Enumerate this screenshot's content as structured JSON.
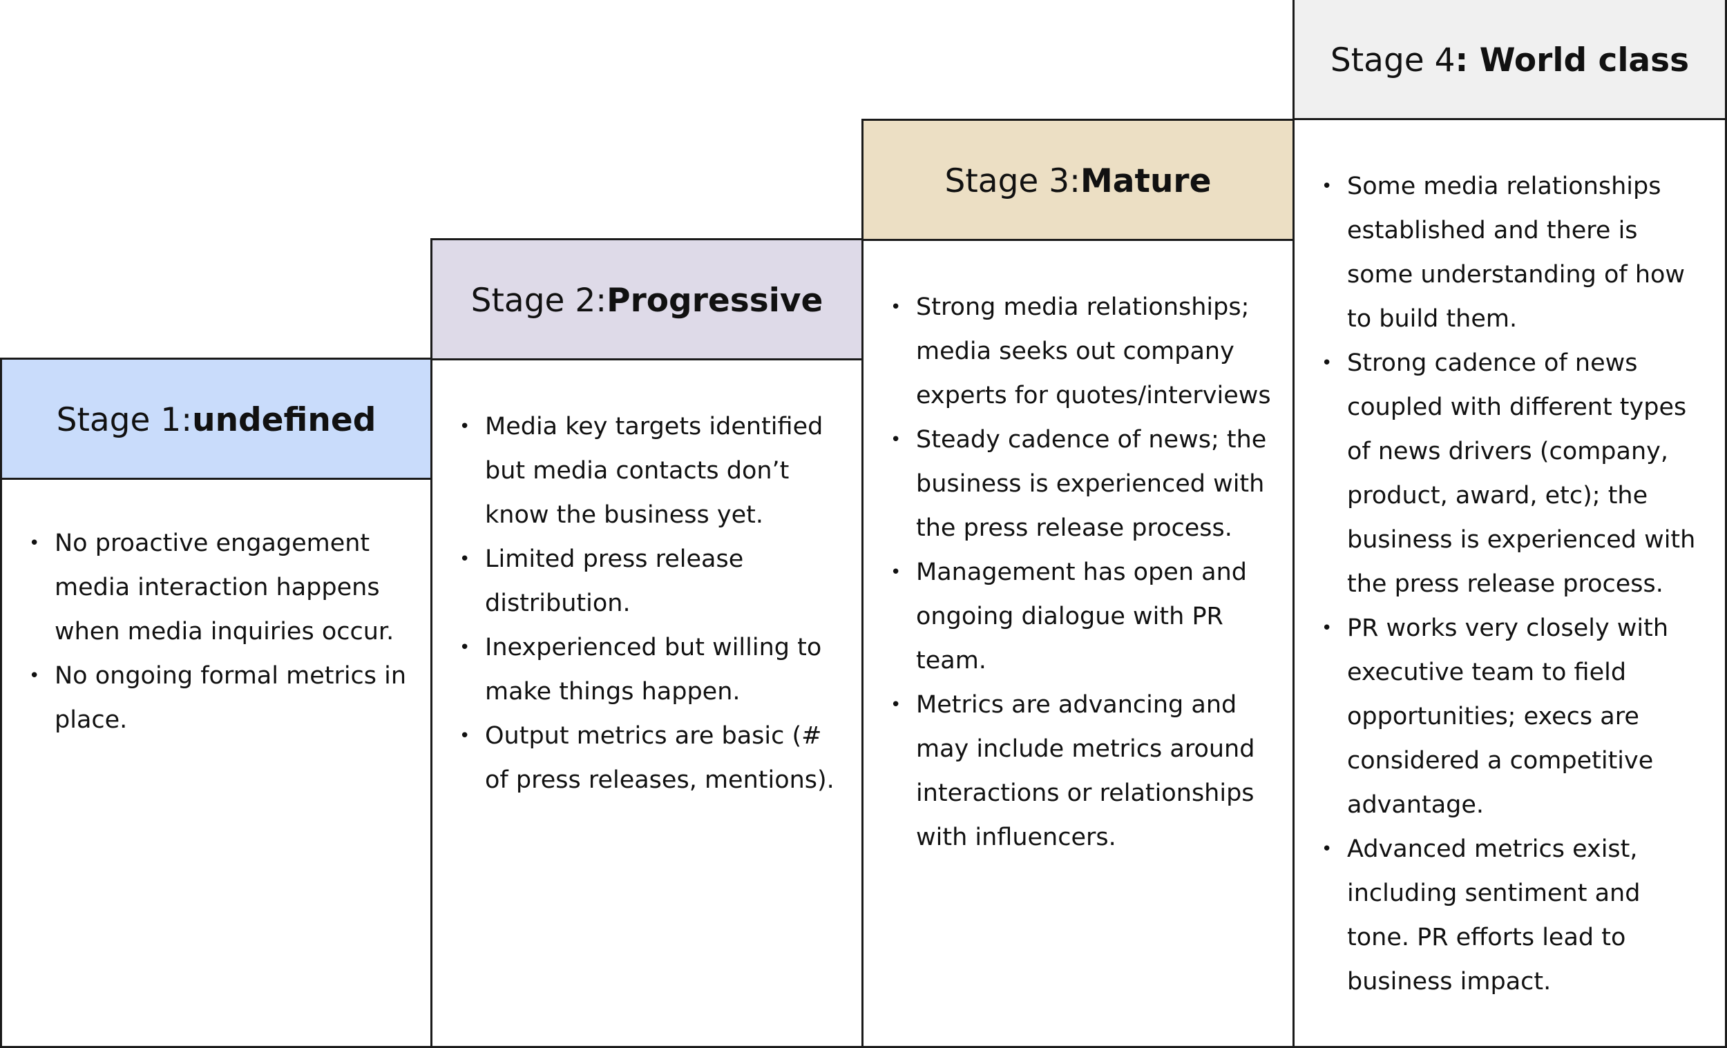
{
  "colors": {
    "stage1": "#c9dcfb",
    "stage2": "#dedae8",
    "stage3": "#ecdfc4",
    "stage4": "#f0f0f0",
    "border": "#1a1a1a"
  },
  "stages": [
    {
      "label": "Stage 1: ",
      "name": "undefined",
      "bullets": [
        [
          "No proactive engagement",
          "media interaction happens",
          "when media inquiries occur."
        ],
        [
          "No ongoing formal metrics in",
          "place."
        ]
      ]
    },
    {
      "label": "Stage 2: ",
      "name": "Progressive",
      "bullets": [
        [
          "Media key targets identified",
          "but media contacts don’t",
          "know the business yet."
        ],
        [
          "Limited press release",
          "distribution."
        ],
        [
          "Inexperienced but willing to",
          "make things happen."
        ],
        [
          "Output metrics are basic (#",
          "of press releases, mentions)."
        ]
      ]
    },
    {
      "label": "Stage 3: ",
      "name": "Mature",
      "bullets": [
        [
          "Strong media relationships;",
          "media seeks out company",
          "experts for quotes/interviews"
        ],
        [
          "Steady cadence of news; the",
          "business is experienced with",
          "the press release process."
        ],
        [
          "Management has open and",
          "ongoing dialogue with PR",
          "team."
        ],
        [
          "Metrics are advancing and",
          "may include metrics around",
          "interactions or relationships",
          "with influencers."
        ]
      ]
    },
    {
      "label": "Stage 4",
      "name": ": World class",
      "bullets": [
        [
          "Some media relationships",
          "established and there is",
          "some understanding of how",
          "to build them."
        ],
        [
          "Strong cadence of news",
          "coupled with different types",
          "of news drivers (company,",
          "product, award, etc); the",
          "business is experienced with",
          "the press release process."
        ],
        [
          "PR works very closely with",
          "executive team to field",
          "opportunities; execs are",
          "considered a competitive",
          "advantage."
        ],
        [
          "Advanced metrics exist,",
          "including sentiment and",
          "tone. PR efforts lead to",
          "business impact."
        ]
      ]
    }
  ]
}
